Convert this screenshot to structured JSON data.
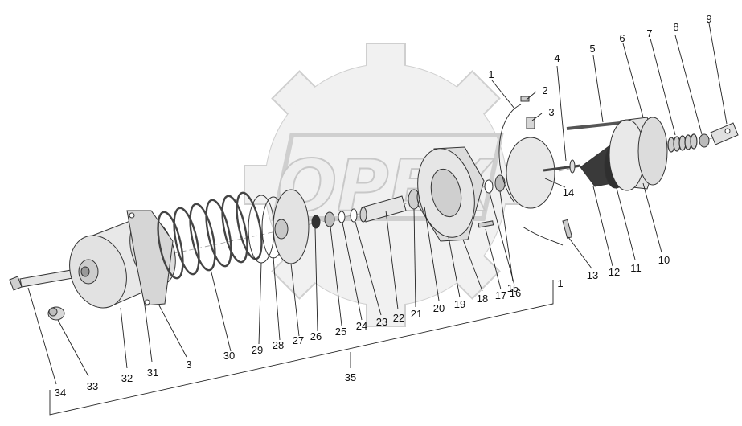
{
  "watermark": {
    "text": "OPEX"
  },
  "colors": {
    "part_fill": "#e9e9e9",
    "part_dark": "#bdbdbd",
    "line": "#222222",
    "watermark_fill": "#eeeeee"
  },
  "callouts": [
    {
      "id": "c1a",
      "label": "1"
    },
    {
      "id": "c2",
      "label": "2"
    },
    {
      "id": "c3a",
      "label": "3"
    },
    {
      "id": "c4",
      "label": "4"
    },
    {
      "id": "c5",
      "label": "5"
    },
    {
      "id": "c6",
      "label": "6"
    },
    {
      "id": "c7",
      "label": "7"
    },
    {
      "id": "c8",
      "label": "8"
    },
    {
      "id": "c9",
      "label": "9"
    },
    {
      "id": "c10",
      "label": "10"
    },
    {
      "id": "c11",
      "label": "11"
    },
    {
      "id": "c12",
      "label": "12"
    },
    {
      "id": "c13",
      "label": "13"
    },
    {
      "id": "c14",
      "label": "14"
    },
    {
      "id": "c15",
      "label": "15"
    },
    {
      "id": "c16",
      "label": "16"
    },
    {
      "id": "c17",
      "label": "17"
    },
    {
      "id": "c18",
      "label": "18"
    },
    {
      "id": "c19",
      "label": "19"
    },
    {
      "id": "c20",
      "label": "20"
    },
    {
      "id": "c21",
      "label": "21"
    },
    {
      "id": "c22",
      "label": "22"
    },
    {
      "id": "c23",
      "label": "23"
    },
    {
      "id": "c24",
      "label": "24"
    },
    {
      "id": "c25",
      "label": "25"
    },
    {
      "id": "c26",
      "label": "26"
    },
    {
      "id": "c27",
      "label": "27"
    },
    {
      "id": "c28",
      "label": "28"
    },
    {
      "id": "c29",
      "label": "29"
    },
    {
      "id": "c30",
      "label": "30"
    },
    {
      "id": "c1b",
      "label": "1"
    },
    {
      "id": "c3b",
      "label": "3"
    },
    {
      "id": "c31",
      "label": "31"
    },
    {
      "id": "c32",
      "label": "32"
    },
    {
      "id": "c33",
      "label": "33"
    },
    {
      "id": "c34",
      "label": "34"
    },
    {
      "id": "c35",
      "label": "35"
    }
  ]
}
